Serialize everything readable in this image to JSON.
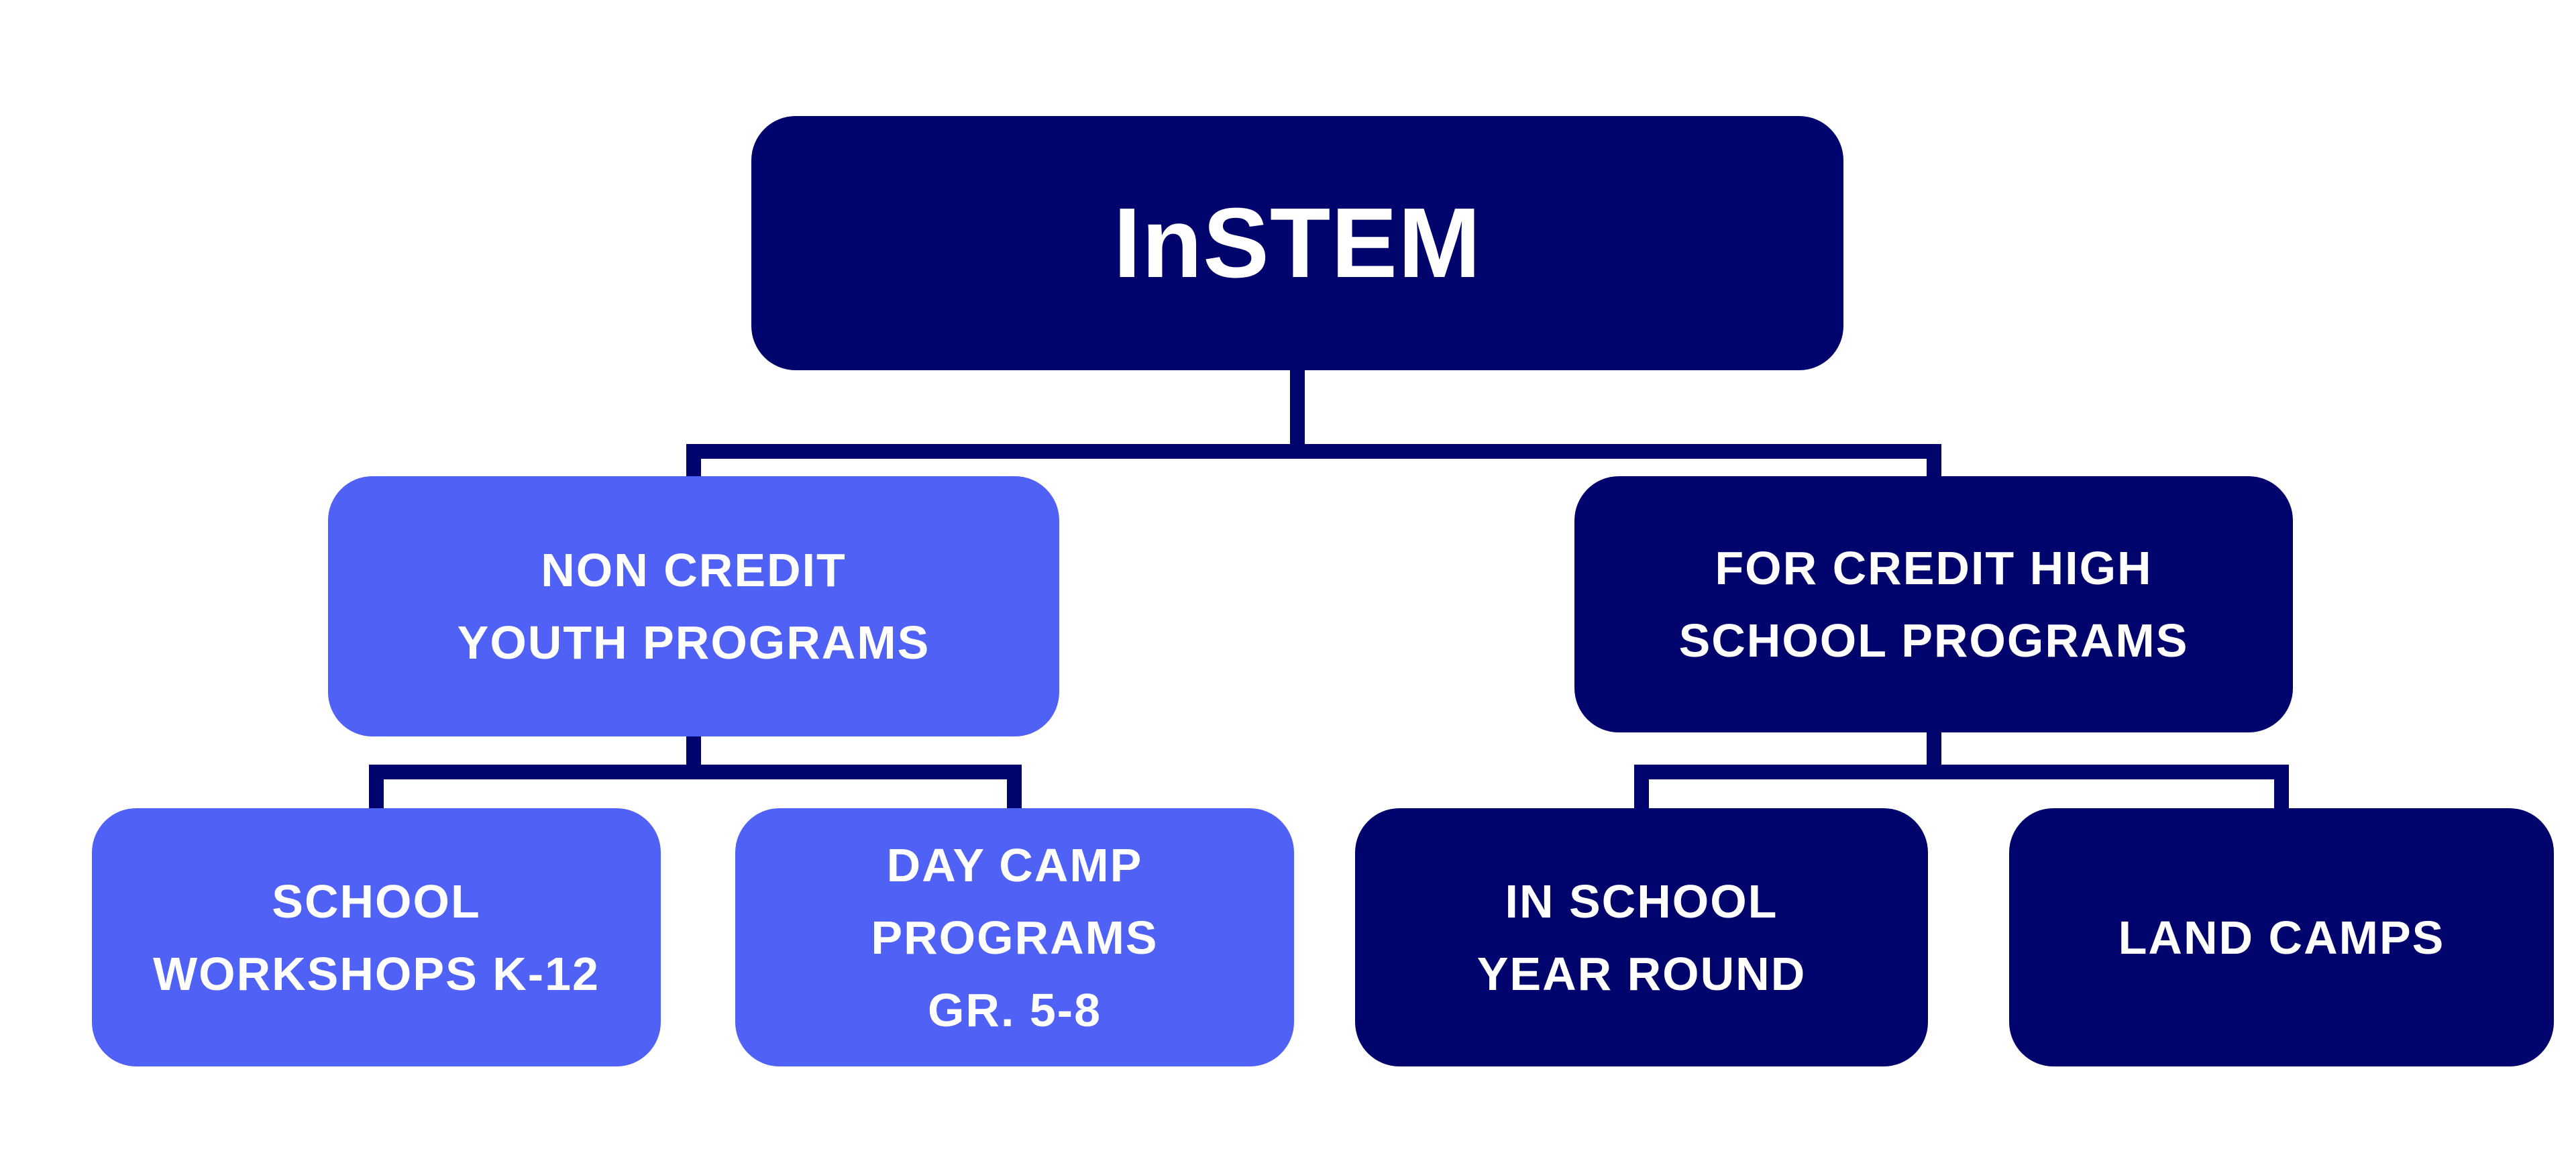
{
  "colors": {
    "navy": "#02046E",
    "periwinkle": "#5061F6",
    "text": "#FFFFFF",
    "connector": "#02046E",
    "background": "#FFFFFF"
  },
  "chart_data": {
    "type": "org-chart",
    "nodes": {
      "root": {
        "label": "InSTEM",
        "lines": [
          "InSTEM"
        ],
        "variant": "navy"
      },
      "non_credit": {
        "label": "NON CREDIT YOUTH PROGRAMS",
        "lines": [
          "NON CREDIT",
          "YOUTH PROGRAMS"
        ],
        "variant": "periwinkle",
        "parent": "root"
      },
      "for_credit": {
        "label": "FOR CREDIT HIGH SCHOOL PROGRAMS",
        "lines": [
          "FOR CREDIT HIGH",
          "SCHOOL PROGRAMS"
        ],
        "variant": "navy",
        "parent": "root"
      },
      "school_workshops": {
        "label": "SCHOOL WORKSHOPS K-12",
        "lines": [
          "SCHOOL",
          "WORKSHOPS K-12"
        ],
        "variant": "periwinkle",
        "parent": "non_credit"
      },
      "day_camp": {
        "label": "DAY CAMP PROGRAMS GR. 5-8",
        "lines": [
          "DAY CAMP",
          "PROGRAMS",
          "GR. 5-8"
        ],
        "variant": "periwinkle",
        "parent": "non_credit"
      },
      "in_school": {
        "label": "IN SCHOOL YEAR ROUND",
        "lines": [
          "IN SCHOOL",
          "YEAR ROUND"
        ],
        "variant": "navy",
        "parent": "for_credit"
      },
      "land_camps": {
        "label": "LAND CAMPS",
        "lines": [
          "LAND CAMPS"
        ],
        "variant": "navy",
        "parent": "for_credit"
      }
    }
  }
}
